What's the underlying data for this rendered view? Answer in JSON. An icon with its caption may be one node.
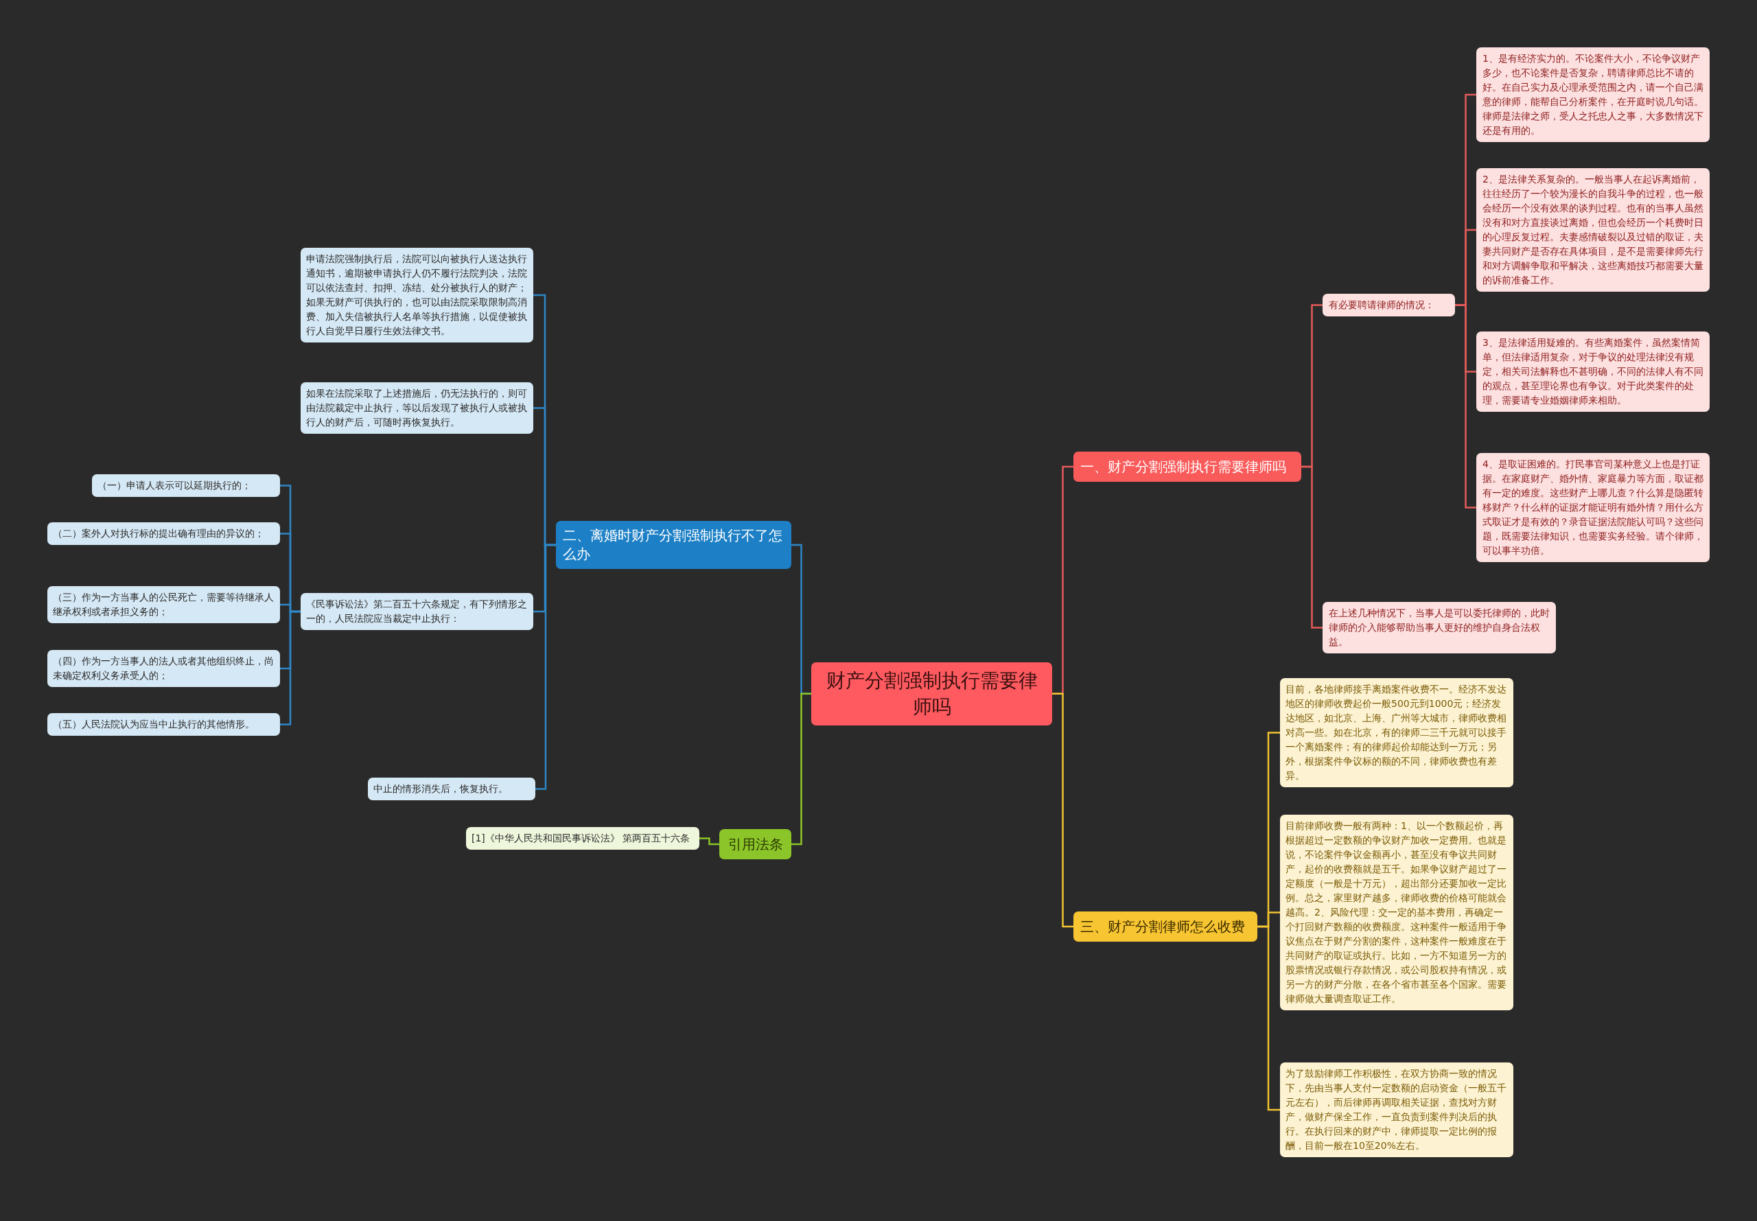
{
  "diagram": {
    "nodes": [
      {
        "text": [
          "财产分割强制执行需要律师吗"
        ]
      },
      {
        "text": [
          "一、财产分割强制执行需要律师吗"
        ]
      },
      {
        "text": [
          "有必要聘请律师的情况："
        ]
      },
      {
        "text": [
          "1、是有经济实力的。不论案件大小，不论争议财产多少，也不论案件是否复杂，聘请律师总比不请的好。在自己实力及心理承受范围之内，请一个自己满意的律师，能帮自己分析案件，在开庭时说几句话。律师是法律之师，受人之托忠人之事，大多数情况下还是有用的。"
        ]
      },
      {
        "text": [
          "2、是法律关系复杂的。一般当事人在起诉离婚前，往往经历了一个较为漫长的自我斗争的过程，也一般会经历一个没有效果的谈判过程。也有的当事人虽然没有和对方直接谈过离婚，但也会经历一个耗费时日的心理反复过程。夫妻感情破裂以及过错的取证，夫妻共同财产是否存在具体项目，是不是需要律师先行和对方调解争取和平解决，这些离婚技巧都需要大量的诉前准备工作。"
        ]
      },
      {
        "text": [
          "3、是法律适用疑难的。有些离婚案件，虽然案情简单，但法律适用复杂，对于争议的处理法律没有规定，相关司法解释也不甚明确，不同的法律人有不同的观点，甚至理论界也有争议。对于此类案件的处理，需要请专业婚姻律师来相助。"
        ]
      },
      {
        "text": [
          "4、是取证困难的。打民事官司某种意义上也是打证据。在家庭财产、婚外情、家庭暴力等方面，取证都有一定的难度。这些财产上哪儿查？什么算是隐匿转移财产？什么样的证据才能证明有婚外情？用什么方式取证才是有效的？录音证据法院能认可吗？这些问题，既需要法律知识，也需要实务经验。请个律师，可以事半功倍。"
        ]
      },
      {
        "text": [
          "在上述几种情况下，当事人是可以委托律师的，此时律师的介入能够帮助当事人更好的维护自身合法权益。"
        ]
      },
      {
        "text": [
          "三、财产分割律师怎么收费"
        ]
      },
      {
        "text": [
          "目前，各地律师接手离婚案件收费不一。经济不发达地区的律师收费起价一般500元到1000元；经济发达地区，如北京、上海、广州等大城市，律师收费相对高一些。如在北京，有的律师二三千元就可以接手一个离婚案件；有的律师起价却能达到一万元；另外，根据案件争议标的额的不同，律师收费也有差异。"
        ]
      },
      {
        "text": [
          "目前律师收费一般有两种：1、以一个数额起价，再根据超过一定数额的争议财产加收一定费用。也就是说，不论案件争议金额再小，甚至没有争议共同财产，起价的收费额就是五千。如果争议财产超过了一定额度（一般是十万元），超出部分还要加收一定比例。总之，家里财产越多，律师收费的价格可能就会越高。2、风险代理：交一定的基本费用，再确定一个打回财产数额的收费额度。这种案件一般适用于争议焦点在于财产分割的案件，这种案件一般难度在于共同财产的取证或执行。比如，一方不知道另一方的股票情况或银行存款情况，或公司股权持有情况，或另一方的财产分散，在各个省市甚至各个国家。需要律师做大量调查取证工作。"
        ]
      },
      {
        "text": [
          "为了鼓励律师工作积极性，在双方协商一致的情况下，先由当事人支付一定数额的启动资金（一般五千元左右），而后律师再调取相关证据，查找对方财产，做财产保全工作，一直负责到案件判决后的执行。在执行回来的财产中，律师提取一定比例的报酬，目前一般在10至20%左右。"
        ]
      },
      {
        "text": [
          "二、离婚时财产分割强制执行不了怎么办"
        ]
      },
      {
        "text": [
          "申请法院强制执行后，法院可以向被执行人送达执行通知书，逾期被申请执行人仍不履行法院判决，法院可以依法查封、扣押、冻结、处分被执行人的财产；如果无财产可供执行的，也可以由法院采取限制高消费、加入失信被执行人名单等执行措施，以促使被执行人自觉早日履行生效法律文书。"
        ]
      },
      {
        "text": [
          "如果在法院采取了上述措施后，仍无法执行的，则可由法院裁定中止执行，等以后发现了被执行人或被执行人的财产后，可随时再恢复执行。"
        ]
      },
      {
        "text": [
          "《民事诉讼法》第二百五十六条规定，有下列情形之一的，人民法院应当裁定中止执行："
        ]
      },
      {
        "text": [
          "（一）申请人表示可以延期执行的；"
        ]
      },
      {
        "text": [
          "（二）案外人对执行标的提出确有理由的异议的；"
        ]
      },
      {
        "text": [
          "（三）作为一方当事人的公民死亡，需要等待继承人继承权利或者承担义务的；"
        ]
      },
      {
        "text": [
          "（四）作为一方当事人的法人或者其他组织终止，尚未确定权利义务承受人的；"
        ]
      },
      {
        "text": [
          "（五）人民法院认为应当中止执行的其他情形。"
        ]
      },
      {
        "text": [
          "中止的情形消失后，恢复执行。"
        ]
      },
      {
        "text": [
          "引用法条"
        ]
      },
      {
        "text": [
          "[1]《中华人民共和国民事诉讼法》 第两百五十六条"
        ]
      }
    ],
    "edges": [
      {
        "from": 0,
        "to": 1,
        "arrow": "none",
        "color": "#e55b5b"
      },
      {
        "from": 1,
        "to": 2,
        "arrow": "none",
        "color": "#e55b5b"
      },
      {
        "from": 2,
        "to": 3,
        "arrow": "none",
        "color": "#e55b5b"
      },
      {
        "from": 2,
        "to": 4,
        "arrow": "none",
        "color": "#e55b5b"
      },
      {
        "from": 2,
        "to": 5,
        "arrow": "none",
        "color": "#e55b5b"
      },
      {
        "from": 2,
        "to": 6,
        "arrow": "none",
        "color": "#e55b5b"
      },
      {
        "from": 1,
        "to": 7,
        "arrow": "none",
        "color": "#e55b5b"
      },
      {
        "from": 0,
        "to": 8,
        "arrow": "none",
        "color": "#f2c431"
      },
      {
        "from": 8,
        "to": 9,
        "arrow": "none",
        "color": "#f2c431"
      },
      {
        "from": 8,
        "to": 10,
        "arrow": "none",
        "color": "#f2c431"
      },
      {
        "from": 8,
        "to": 11,
        "arrow": "none",
        "color": "#f2c431"
      },
      {
        "from": 0,
        "to": 12,
        "arrow": "none"
      },
      {
        "from": 12,
        "to": 13,
        "arrow": "none"
      },
      {
        "from": 12,
        "to": 14,
        "arrow": "none"
      },
      {
        "from": 12,
        "to": 15,
        "arrow": "none"
      },
      {
        "from": 15,
        "to": 16,
        "arrow": "none"
      },
      {
        "from": 15,
        "to": 17,
        "arrow": "none"
      },
      {
        "from": 15,
        "to": 18,
        "arrow": "none"
      },
      {
        "from": 15,
        "to": 19,
        "arrow": "none"
      },
      {
        "from": 15,
        "to": 20,
        "arrow": "none"
      },
      {
        "from": 12,
        "to": 21,
        "arrow": "none"
      },
      {
        "from": 0,
        "to": 22,
        "arrow": "none",
        "color": "#8cc52a"
      },
      {
        "from": 22,
        "to": 23,
        "arrow": "none",
        "color": "#8cc52a"
      }
    ]
  }
}
